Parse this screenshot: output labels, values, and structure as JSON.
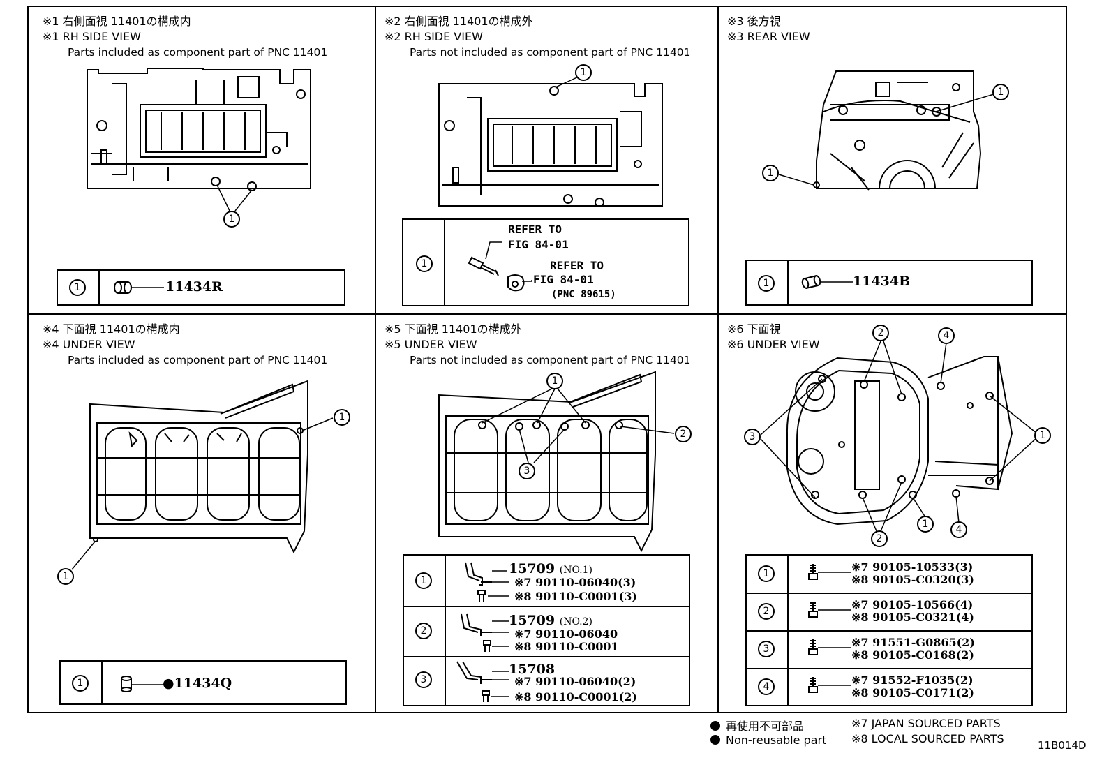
{
  "panels": {
    "p1": {
      "title_jp": "※1 右側面視 11401の構成内",
      "title_en": "※1 RH SIDE VIEW",
      "desc": "Parts included as component part of PNC 11401",
      "callout": "1",
      "legend_num": "1",
      "legend_part": "11434R"
    },
    "p2": {
      "title_jp": "※2 右側面視 11401の構成外",
      "title_en": "※2 RH SIDE VIEW",
      "desc": "Parts not included as component part of PNC 11401",
      "callout": "1",
      "legend_num": "1",
      "refer1_a": "REFER TO",
      "refer1_b": "FIG 84-01",
      "refer2_a": "REFER TO",
      "refer2_b": "FIG 84-01",
      "refer2_c": "(PNC 89615)"
    },
    "p3": {
      "title_jp": "※3 後方視",
      "title_en": "※3 REAR VIEW",
      "callout": "1",
      "legend_num": "1",
      "legend_part": "11434B"
    },
    "p4": {
      "title_jp": "※4 下面視 11401の構成内",
      "title_en": "※4 UNDER VIEW",
      "desc": "Parts included as component part of PNC 11401",
      "callout": "1",
      "legend_num": "1",
      "legend_part": "●11434Q"
    },
    "p5": {
      "title_jp": "※5 下面視 11401の構成外",
      "title_en": "※5 UNDER VIEW",
      "desc": "Parts not included as component part of PNC 11401",
      "callouts": [
        "1",
        "2",
        "3"
      ],
      "rows": [
        {
          "num": "1",
          "part": "15709",
          "note": "(NO.1)",
          "l1": "※7 90110-06040(3)",
          "l2": "※8 90110-C0001(3)"
        },
        {
          "num": "2",
          "part": "15709",
          "note": "(NO.2)",
          "l1": "※7 90110-06040",
          "l2": "※8 90110-C0001"
        },
        {
          "num": "3",
          "part": "15708",
          "note": "",
          "l1": "※7 90110-06040(2)",
          "l2": "※8 90110-C0001(2)"
        }
      ]
    },
    "p6": {
      "title_jp": "※6 下面視",
      "title_en": "※6 UNDER VIEW",
      "callouts": [
        "1",
        "2",
        "3",
        "4"
      ],
      "rows": [
        {
          "num": "1",
          "l1": "※7 90105-10533(3)",
          "l2": "※8 90105-C0320(3)"
        },
        {
          "num": "2",
          "l1": "※7 90105-10566(4)",
          "l2": "※8 90105-C0321(4)"
        },
        {
          "num": "3",
          "l1": "※7 91551-G0865(2)",
          "l2": "※8 90105-C0168(2)"
        },
        {
          "num": "4",
          "l1": "※7 91552-F1035(2)",
          "l2": "※8 90105-C0171(2)"
        }
      ]
    }
  },
  "footer": {
    "nonreusable_jp": "再使用不可部品",
    "nonreusable_en": "Non-reusable part",
    "japan": "※7 JAPAN SOURCED PARTS",
    "local": "※8 LOCAL SOURCED PARTS",
    "figure_id": "11B014D"
  }
}
